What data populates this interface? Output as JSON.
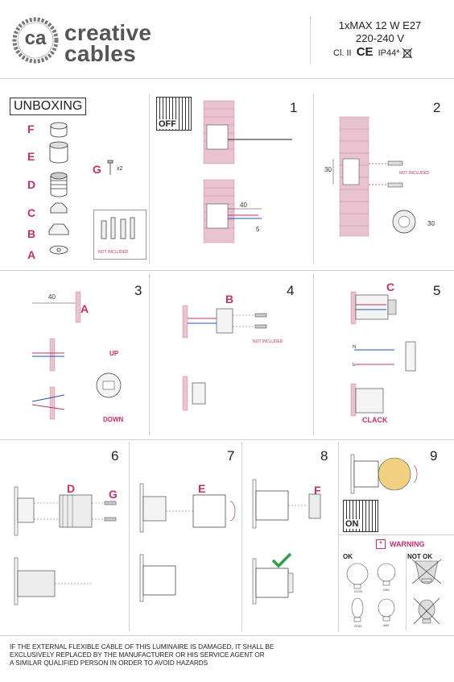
{
  "header": {
    "logo_mark": "ca",
    "brand_line1": "creative",
    "brand_line2": "cables",
    "spec_line1": "1xMAX 12 W E27",
    "spec_line2": "220-240 V",
    "spec_line3_class": "Cl. II",
    "spec_line3_ce": "CE",
    "spec_line3_ip": "IP44*"
  },
  "unboxing": {
    "title": "UNBOXING",
    "parts": [
      "F",
      "E",
      "D",
      "C",
      "B",
      "A"
    ],
    "screw_label": "G",
    "screw_qty": "x2",
    "not_included": "NOT INCLUDED"
  },
  "steps": {
    "s1": {
      "num": "1",
      "off": "OFF",
      "dim_a": "40",
      "dim_b": "5"
    },
    "s2": {
      "num": "2",
      "not_included": "NOT INCLUDED",
      "dim_a": "30",
      "dim_b": "30"
    },
    "s3": {
      "num": "3",
      "dim": "40",
      "part": "A",
      "up": "UP",
      "down": "DOWN"
    },
    "s4": {
      "num": "4",
      "part": "B",
      "not_included": "NOT INCLUDED"
    },
    "s5": {
      "num": "5",
      "part": "C",
      "n": "N",
      "l": "L",
      "clack": "CLACK"
    },
    "s6": {
      "num": "6",
      "part_d": "D",
      "part_g": "G"
    },
    "s7": {
      "num": "7",
      "part": "E"
    },
    "s8": {
      "num": "8",
      "part": "F"
    },
    "s9": {
      "num": "9",
      "on": "ON"
    }
  },
  "warning": {
    "star": "*",
    "title": "WARNING",
    "ok": "OK",
    "not_ok": "NOT OK",
    "bulbs": [
      "G125",
      "G95",
      "ST64",
      "A60"
    ]
  },
  "footer": {
    "line1": "IF THE EXTERNAL FLEXIBLE CABLE OF THIS LUMINAIRE IS DAMAGED, IT SHALL BE",
    "line2": "EXCLUSIVELY REPLACED BY THE MANUFACTURER OR HIS SERVICE AGENT OR",
    "line3": "A SIMILAR QUALIFIED PERSON IN ORDER TO AVOID HAZARDS"
  },
  "colors": {
    "accent": "#c0306a",
    "green": "#2ea043",
    "bulb": "#f0d081",
    "grid": "#cfcfcf"
  }
}
